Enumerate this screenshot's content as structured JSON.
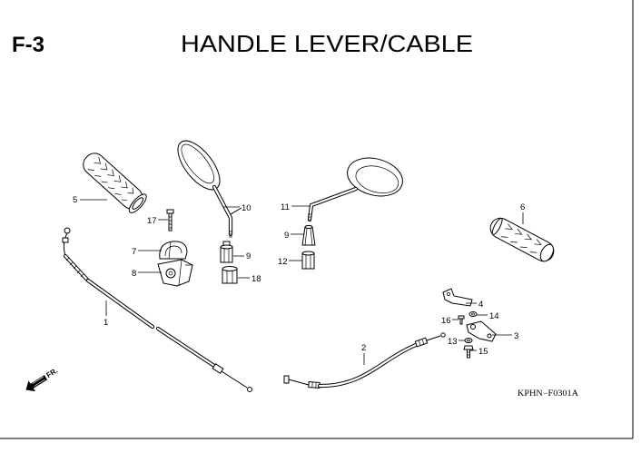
{
  "header": {
    "code": "F-3",
    "title": "HANDLE LEVER/CABLE"
  },
  "callouts": [
    "5",
    "17",
    "10",
    "7",
    "9",
    "8",
    "18",
    "1",
    "11",
    "9",
    "12",
    "6",
    "4",
    "14",
    "16",
    "3",
    "13",
    "15",
    "2"
  ],
  "direction_label": "FR.",
  "diagram_code": "KPHN−F0301A"
}
